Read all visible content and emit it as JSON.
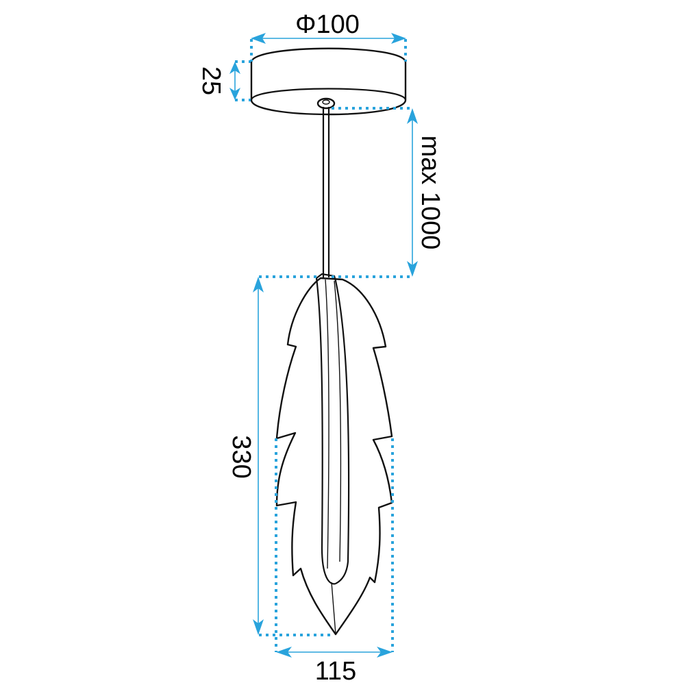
{
  "diagram": {
    "subject": "Pendant lamp with feather-shaped shade",
    "units": "mm",
    "colors": {
      "outline": "#111111",
      "dimension": "#29a3dc",
      "background": "#ffffff"
    },
    "dimensions": {
      "canopy_diameter": "Φ100",
      "canopy_height": "25",
      "cable_length": "max 1000",
      "shade_height": "330",
      "shade_width": "115"
    },
    "parts": [
      "ceiling-canopy",
      "suspension-rod",
      "feather-shade"
    ]
  }
}
